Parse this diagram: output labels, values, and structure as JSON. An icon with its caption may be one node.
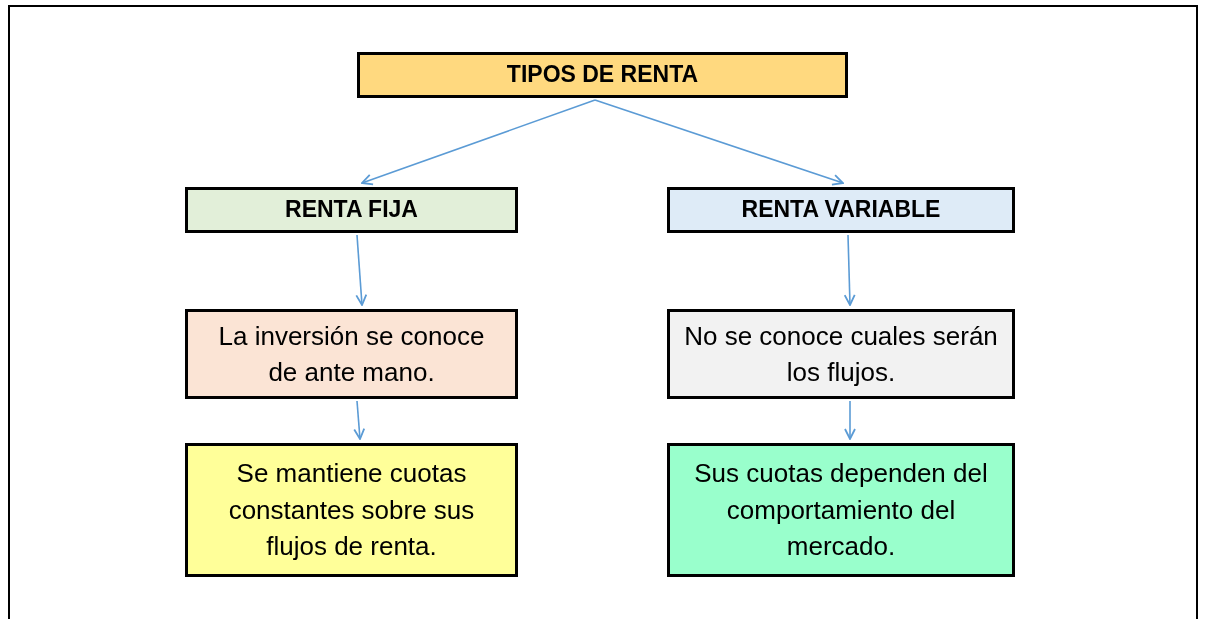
{
  "diagram": {
    "nodes": [
      {
        "text": [
          "TIPOS DE RENTA"
        ]
      },
      {
        "text": [
          "RENTA FIJA"
        ]
      },
      {
        "text": [
          "RENTA VARIABLE"
        ]
      },
      {
        "text": [
          "La inversión se conoce de ante mano."
        ]
      },
      {
        "text": [
          "No se conoce cuales serán los flujos."
        ]
      },
      {
        "text": [
          "Se mantiene cuotas constantes sobre sus flujos de renta."
        ]
      },
      {
        "text": [
          "Sus cuotas dependen del comportamiento del mercado."
        ]
      }
    ],
    "edges": [
      {
        "from": 0,
        "to": 1,
        "arrow": "to"
      },
      {
        "from": 0,
        "to": 2,
        "arrow": "to"
      },
      {
        "from": 1,
        "to": 3,
        "arrow": "to"
      },
      {
        "from": 2,
        "to": 4,
        "arrow": "to"
      },
      {
        "from": 3,
        "to": 5,
        "arrow": "to"
      },
      {
        "from": 4,
        "to": 6,
        "arrow": "to"
      }
    ]
  }
}
